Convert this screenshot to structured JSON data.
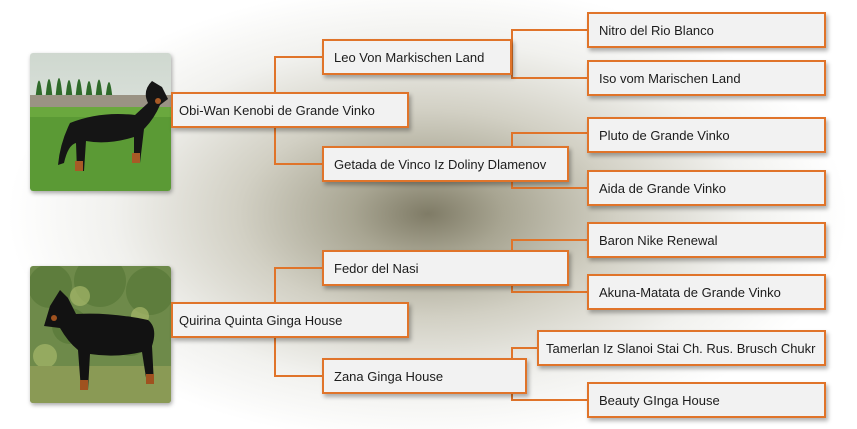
{
  "pedigree": {
    "sire": {
      "name": "Obi-Wan Kenobi de Grande Vinko",
      "sire": {
        "name": "Leo Von Markischen Land",
        "sire": {
          "name": "Nitro del Rio Blanco"
        },
        "dam": {
          "name": "Iso vom Marischen Land"
        }
      },
      "dam": {
        "name": "Getada de Vinco Iz Doliny Dlamenov",
        "sire": {
          "name": "Pluto de Grande Vinko"
        },
        "dam": {
          "name": "Aida de Grande Vinko"
        }
      }
    },
    "dam": {
      "name": "Quirina Quinta Ginga House",
      "sire": {
        "name": "Fedor del Nasi",
        "sire": {
          "name": "Baron Nike Renewal"
        },
        "dam": {
          "name": "Akuna-Matata de Grande Vinko"
        }
      },
      "dam": {
        "name": "Zana Ginga House",
        "sire": {
          "name": "Tamerlan Iz Slanoi Stai Ch. Rus. Brusch Chukr"
        },
        "dam": {
          "name": "Beauty GInga House"
        }
      }
    }
  },
  "colors": {
    "border": "#e0742a",
    "box_fill": "#f2f2f2",
    "text": "#1c1c1c"
  },
  "icons": [
    "sire-dog-photo",
    "dam-dog-photo"
  ]
}
